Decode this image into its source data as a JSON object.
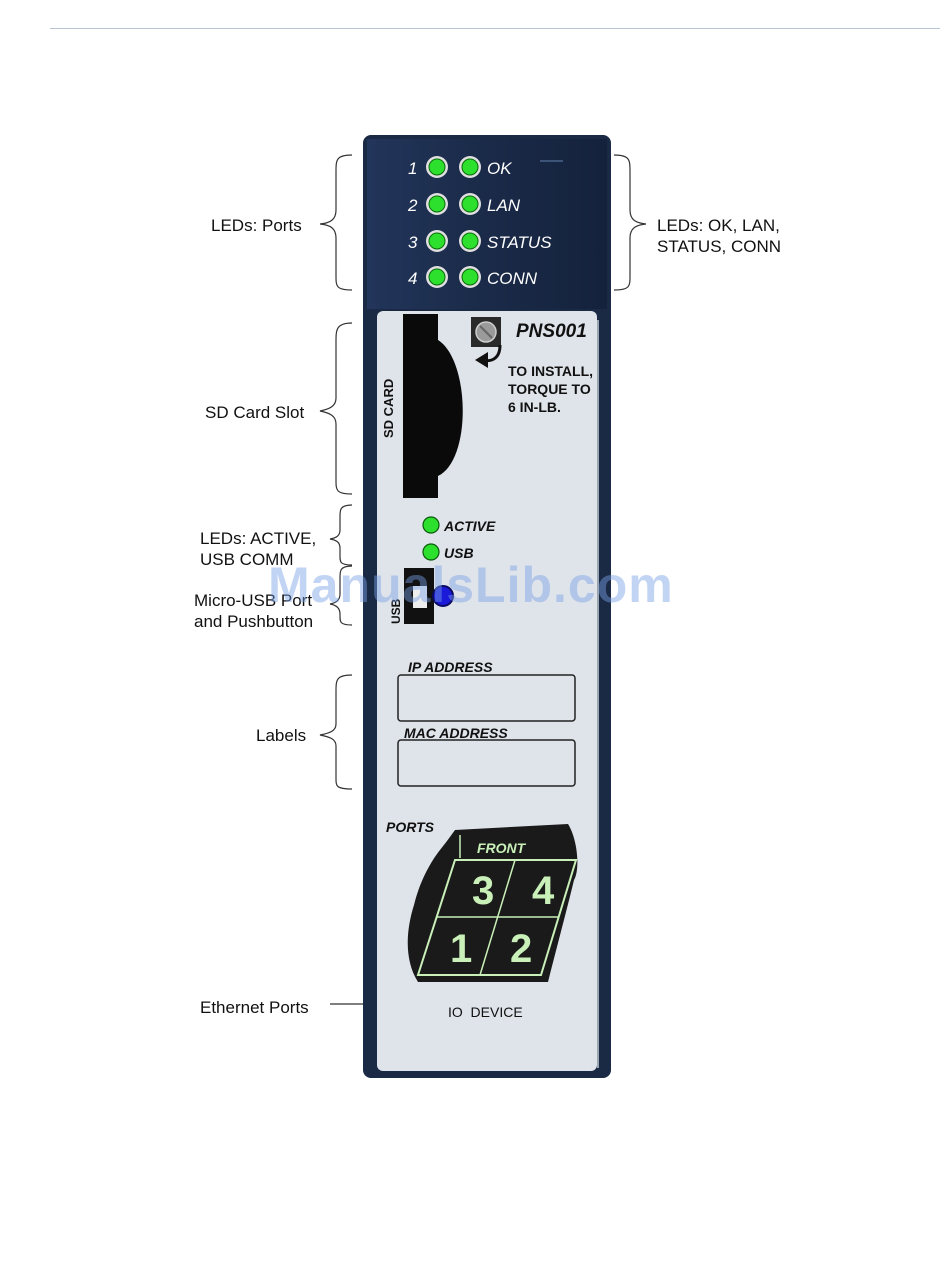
{
  "callouts": {
    "leds_ports": "LEDs: Ports",
    "leds_status": [
      "LEDs: OK, LAN,",
      "STATUS, CONN"
    ],
    "sd_card_slot": "SD Card Slot",
    "leds_active": [
      "LEDs: ACTIVE,",
      "USB COMM"
    ],
    "micro_usb": [
      "Micro-USB Port",
      "and Pushbutton"
    ],
    "labels": "Labels",
    "ethernet_ports": "Ethernet Ports"
  },
  "module": {
    "port_led_numbers": [
      "1",
      "2",
      "3",
      "4"
    ],
    "status_leds": [
      "OK",
      "LAN",
      "STATUS",
      "CONN"
    ],
    "sd_card_label": "SD CARD",
    "model": "PNS001",
    "install_note": [
      "TO INSTALL,",
      "TORQUE TO",
      "6 IN-LB."
    ],
    "active_led": "ACTIVE",
    "usb_led": "USB",
    "usb_port_label": "USB",
    "ip_address_label": "IP ADDRESS",
    "mac_address_label": "MAC ADDRESS",
    "ports_label": "PORTS",
    "front_label": "FRONT",
    "port_numbers": [
      "3",
      "4",
      "1",
      "2"
    ],
    "io_device_label": "IO  DEVICE"
  },
  "watermark": "ManualsLib.com",
  "colors": {
    "module_top": "#1c2c4a",
    "module_panel": "#dde3ea",
    "led_green": "#2ee02e",
    "port_outline": "#c8f0b8"
  }
}
